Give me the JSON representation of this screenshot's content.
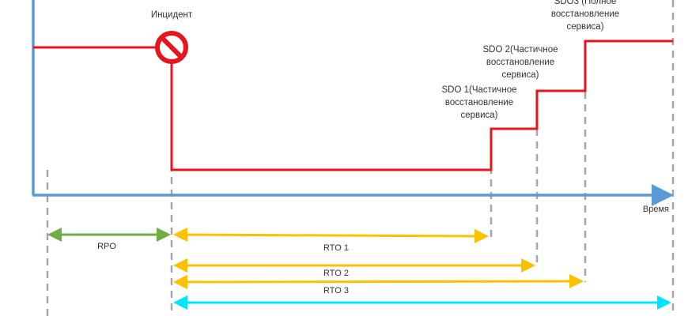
{
  "incident_label": "Инцидент",
  "x_axis_label": "Время",
  "sdo": [
    {
      "lines": [
        "SDO 1(Частичное",
        "восстановление",
        "сервиса)"
      ]
    },
    {
      "lines": [
        "SDO 2(Частичное",
        "восстановление",
        "сервиса)"
      ]
    },
    {
      "lines": [
        "SDO3 (Полное",
        "восстановление",
        "сервиса)"
      ]
    }
  ],
  "intervals": {
    "rpo": "RPO",
    "rto1": "RTO 1",
    "rto2": "RTO 2",
    "rto3": "RTO 3"
  },
  "colors": {
    "axis": "#5b9bd5",
    "service": "#e8141c",
    "rpo": "#70ad47",
    "rto": "#ffc000",
    "total": "#00e5ff",
    "guide": "#a6a6a6"
  }
}
